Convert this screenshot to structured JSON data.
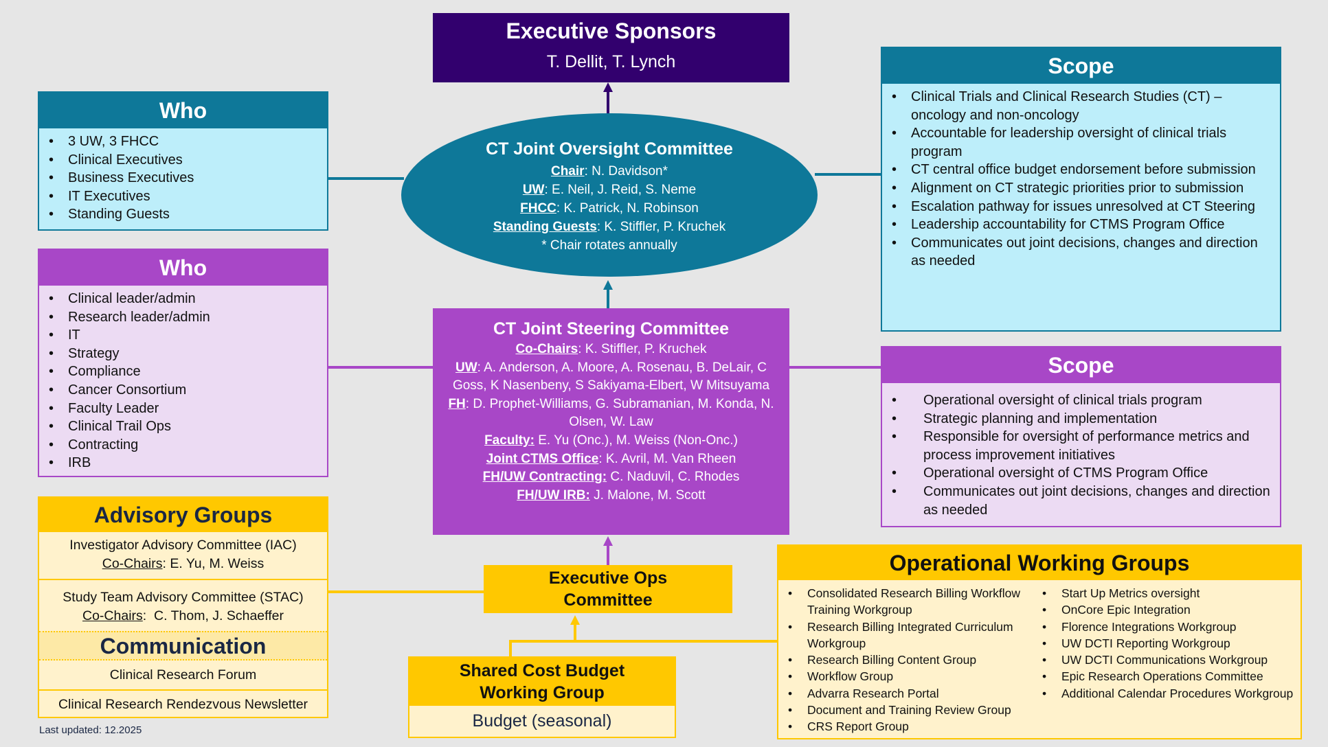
{
  "sponsors": {
    "title": "Executive Sponsors",
    "names": "T. Dellit, T. Lynch"
  },
  "oversight": {
    "title": "CT Joint Oversight Committee",
    "rows": [
      {
        "label": "Chair",
        "value": ": N. Davidson*"
      },
      {
        "label": "UW",
        "value": ": E. Neil, J. Reid, S. Neme"
      },
      {
        "label": "FHCC",
        "value": ": K. Patrick, N. Robinson"
      },
      {
        "label": "Standing Guests",
        "value": ": K. Stiffler, P. Kruchek"
      }
    ],
    "note": "* Chair rotates annually"
  },
  "who_oversight": {
    "title": "Who",
    "items": [
      "3 UW, 3 FHCC",
      "Clinical Executives",
      "Business Executives",
      "IT Executives",
      "Standing Guests"
    ]
  },
  "scope_oversight": {
    "title": "Scope",
    "items": [
      "Clinical Trials and Clinical Research Studies (CT) – oncology and non-oncology",
      "Accountable for leadership oversight of clinical trials program",
      "CT central office budget endorsement before submission",
      "Alignment on CT strategic priorities prior to submission",
      "Escalation pathway for issues unresolved at CT Steering",
      "Leadership accountability for CTMS Program Office",
      "Communicates out joint decisions, changes and direction as needed"
    ]
  },
  "who_steering": {
    "title": "Who",
    "items": [
      "Clinical leader/admin",
      "Research leader/admin",
      "IT",
      "Strategy",
      "Compliance",
      "Cancer Consortium",
      "Faculty Leader",
      "Clinical Trail Ops",
      "Contracting",
      "IRB"
    ]
  },
  "steering": {
    "title": "CT Joint Steering Committee",
    "rows": [
      {
        "label": "Co-Chairs",
        "value": ": K. Stiffler, P. Kruchek"
      },
      {
        "label": "UW",
        "value": ": A. Anderson, A. Moore, A. Rosenau, B. DeLair, C Goss, K Nasenbeny, S Sakiyama-Elbert, W Mitsuyama"
      },
      {
        "label": "FH",
        "value": ": D. Prophet-Williams, G. Subramanian, M. Konda, N. Olsen, W. Law"
      },
      {
        "label": "Faculty:",
        "value": " E. Yu (Onc.), M. Weiss (Non-Onc.)"
      },
      {
        "label": "Joint CTMS Office",
        "value": ": K. Avril, M. Van Rheen"
      },
      {
        "label": "FH/UW Contracting:",
        "value": " C. Naduvil, C. Rhodes"
      },
      {
        "label": "FH/UW IRB:",
        "value": " J. Malone, M. Scott"
      }
    ]
  },
  "scope_steering": {
    "title": "Scope",
    "items": [
      "Operational oversight of clinical trials program",
      "Strategic planning and implementation",
      "Responsible for oversight of performance metrics and process improvement initiatives",
      "Operational oversight of CTMS Program Office",
      "Communicates out joint decisions, changes and direction as needed"
    ]
  },
  "advisory": {
    "title": "Advisory Groups",
    "iac": {
      "name": "Investigator Advisory Committee (IAC)",
      "label": "Co-Chairs",
      "value": ": E. Yu, M. Weiss"
    },
    "stac": {
      "name": "Study Team Advisory Committee (STAC)",
      "label": "Co-Chairs",
      "value": ":  C. Thom, J. Schaeffer"
    }
  },
  "communication": {
    "title": "Communication",
    "items": [
      "Clinical Research Forum",
      "Clinical Research Rendezvous Newsletter"
    ]
  },
  "last_updated": "Last updated: 12.2025",
  "exec_ops": {
    "line1": "Executive Ops",
    "line2": "Committee"
  },
  "shared_cost": {
    "line1": "Shared Cost Budget",
    "line2": "Working Group",
    "body": "Budget (seasonal)"
  },
  "owg": {
    "title": "Operational Working Groups",
    "col1": [
      "Consolidated Research Billing Workflow Training Workgroup",
      "Research Billing Integrated Curriculum Workgroup",
      "Research Billing Content Group",
      "Workflow Group",
      "Advarra Research Portal",
      "Document and Training Review Group",
      "CRS Report Group"
    ],
    "col2": [
      "Start Up Metrics oversight",
      "OnCore Epic Integration",
      "Florence Integrations Workgroup",
      "UW DCTI Reporting Workgroup",
      "UW DCTI Communications Workgroup",
      "Epic Research Operations Committee",
      "Additional Calendar Procedures Workgroup"
    ]
  },
  "colors": {
    "navy": "#32006e",
    "teal": "#0e7899",
    "purple": "#a847c7",
    "gold": "#ffc800",
    "light_blue": "#bdeefa",
    "light_purple": "#ecdbf3",
    "cream": "#fff2cc"
  }
}
